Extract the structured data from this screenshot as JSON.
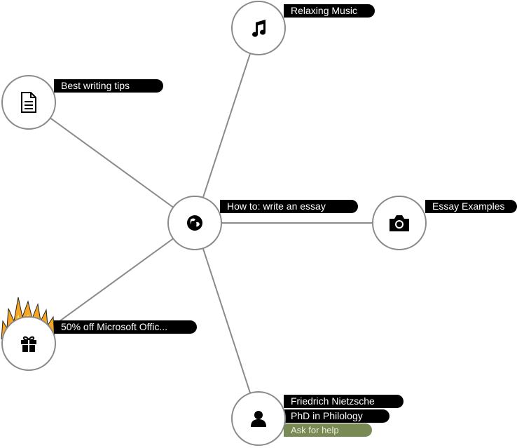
{
  "center": {
    "label": "How to: write an essay",
    "icon": "globe-icon"
  },
  "nodes": {
    "music": {
      "label": "Relaxing Music",
      "icon": "music-note-icon"
    },
    "writing": {
      "label": "Best writing tips",
      "icon": "document-icon"
    },
    "examples": {
      "label": "Essay Examples",
      "icon": "camera-icon"
    },
    "offer": {
      "label": "50% off Microsoft Offic...",
      "icon": "gift-icon",
      "badge_icon": "fire-icon"
    },
    "expert": {
      "name": "Friedrich Nietzsche",
      "title": "PhD in Philology",
      "action": "Ask for help",
      "icon": "user-icon"
    }
  },
  "colors": {
    "edge": "#8a8a8a",
    "pill": "#000000",
    "help_pill": "#7a8a55",
    "flame_outer": "#f6a623",
    "flame_inner": "#ffe27a"
  }
}
